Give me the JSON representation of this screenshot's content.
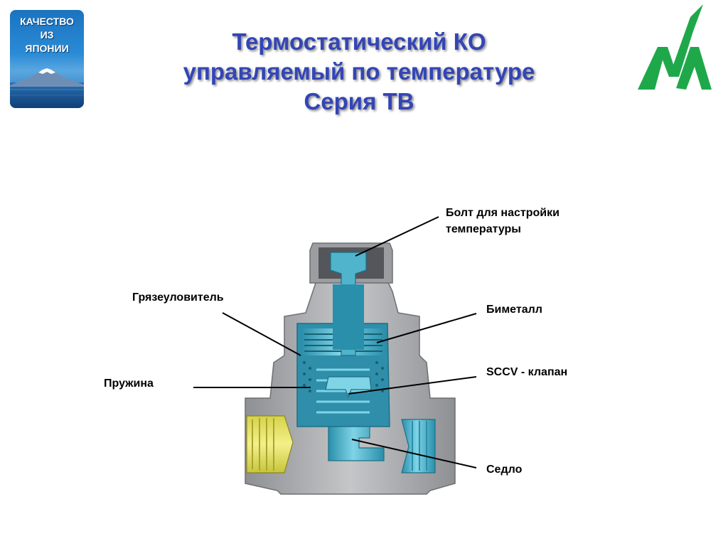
{
  "badge": {
    "line1": "КАЧЕСТВО",
    "line2": "ИЗ",
    "line3": "ЯПОНИИ"
  },
  "title": {
    "line1": "Термостатический КО",
    "line2": "управляемый по температуре",
    "line3": "Серия ТВ"
  },
  "labels": {
    "bolt_line1": "Болт для настройки",
    "bolt_line2": "температуры",
    "dirt_catcher": "Грязеуловитель",
    "bimetal": "Биметалл",
    "spring": "Пружина",
    "sccv_valve": "SCCV - клапан",
    "seat": "Седло"
  },
  "colors": {
    "title": "#3345b5",
    "body_gray": "#a9abad",
    "internal_blue": "#4fb4cc",
    "thread_yellow": "#e5e25a",
    "logo_green": "#1fa84a"
  },
  "icons": {
    "badge": "mount-fuji-badge",
    "logo": "green-m-logo"
  }
}
